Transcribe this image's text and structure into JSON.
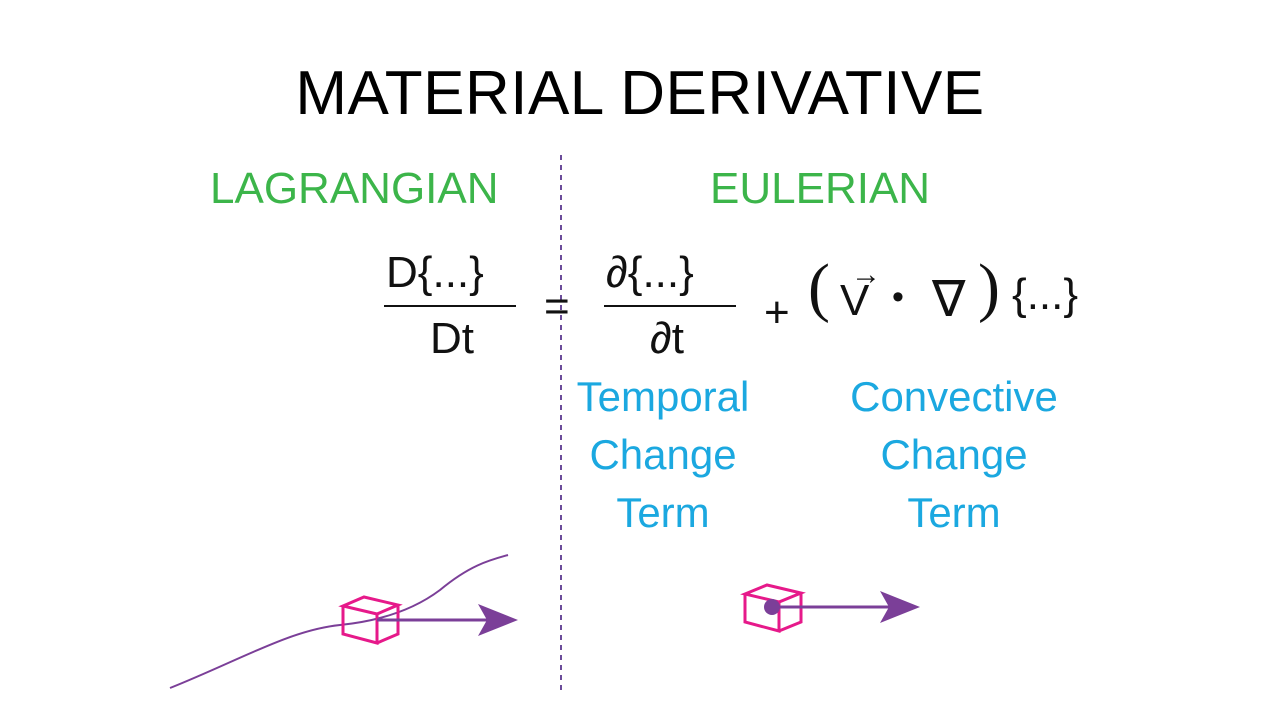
{
  "title": "MATERIAL DERIVATIVE",
  "left_heading": "LAGRANGIAN",
  "right_heading": "EULERIAN",
  "equation": {
    "lhs_numerator": "D{...}",
    "lhs_denominator": "Dt",
    "equals": "=",
    "partial_numerator": "∂{...}",
    "partial_denominator": "∂t",
    "plus": "+",
    "open_paren": "(",
    "vector": "V",
    "vector_arrow": "→",
    "dot": "•",
    "nabla": "∇",
    "close_paren": ")",
    "operand": "{...}"
  },
  "labels": {
    "temporal": [
      "Temporal",
      "Change",
      "Term"
    ],
    "convective": [
      "Convective",
      "Change",
      "Term"
    ]
  },
  "colors": {
    "heading": "#3cb54a",
    "label": "#1ba8e0",
    "cube": "#e6198a",
    "arrow": "#7b3f98",
    "divider": "#6b4c9a"
  },
  "icons": {
    "left_cube": "fluid-parcel-cube-icon",
    "right_cube": "fluid-parcel-cube-icon"
  }
}
